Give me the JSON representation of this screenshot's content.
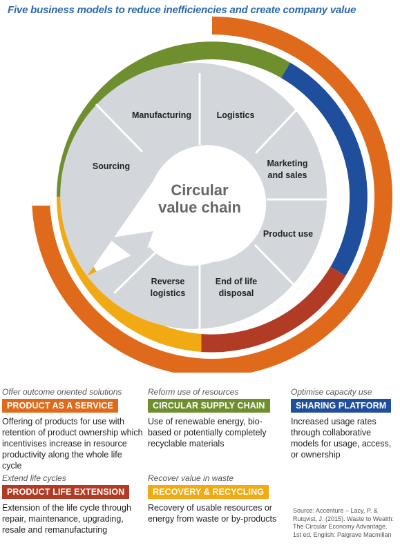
{
  "title": "Five business models to reduce inefficiencies and create company value",
  "center": {
    "line1": "Circular",
    "line2": "value chain"
  },
  "segments": {
    "manufacturing": [
      "Manufacturing"
    ],
    "logistics": [
      "Logistics"
    ],
    "marketing": [
      "Marketing",
      "and sales"
    ],
    "product_use": [
      "Product use"
    ],
    "end_of_life": [
      "End of life",
      "disposal"
    ],
    "reverse": [
      "Reverse",
      "logistics"
    ],
    "sourcing": [
      "Sourcing"
    ]
  },
  "models": [
    {
      "tagline": "Offer outcome oriented solutions",
      "name": "PRODUCT AS A SERVICE",
      "color": "#e06a1b",
      "desc": "Offering of products for use with retention of product ownership which incentivises increase in resource productivity along the whole life cycle"
    },
    {
      "tagline": "Reform use of resources",
      "name": "CIRCULAR SUPPLY CHAIN",
      "color": "#6f8f2e",
      "desc": "Use of renewable energy, bio-based or potentially completely recyclable materials"
    },
    {
      "tagline": "Optimise capacity use",
      "name": "SHARING PLATFORM",
      "color": "#1f4e9c",
      "desc": "Increased usage rates through collaborative models for usage, access, or ownership"
    },
    {
      "tagline": "Extend life cycles",
      "name": "PRODUCT LIFE EXTENSION",
      "color": "#b23b26",
      "desc": "Extension of the life cycle through repair, maintenance, upgrading, resale and remanufacturing"
    },
    {
      "tagline": "Recover value in waste",
      "name": "RECOVERY & RECYCLING",
      "color": "#f2aa14",
      "desc": "Recovery of usable resources or energy from waste or by-products"
    }
  ],
  "source": "Source: Accenture – Lacy, P. & Rutqvist, J. (2015). Waste to Wealth: The Circular Economy Advantage. 1st ed. English: Palgrave Macmillan"
}
